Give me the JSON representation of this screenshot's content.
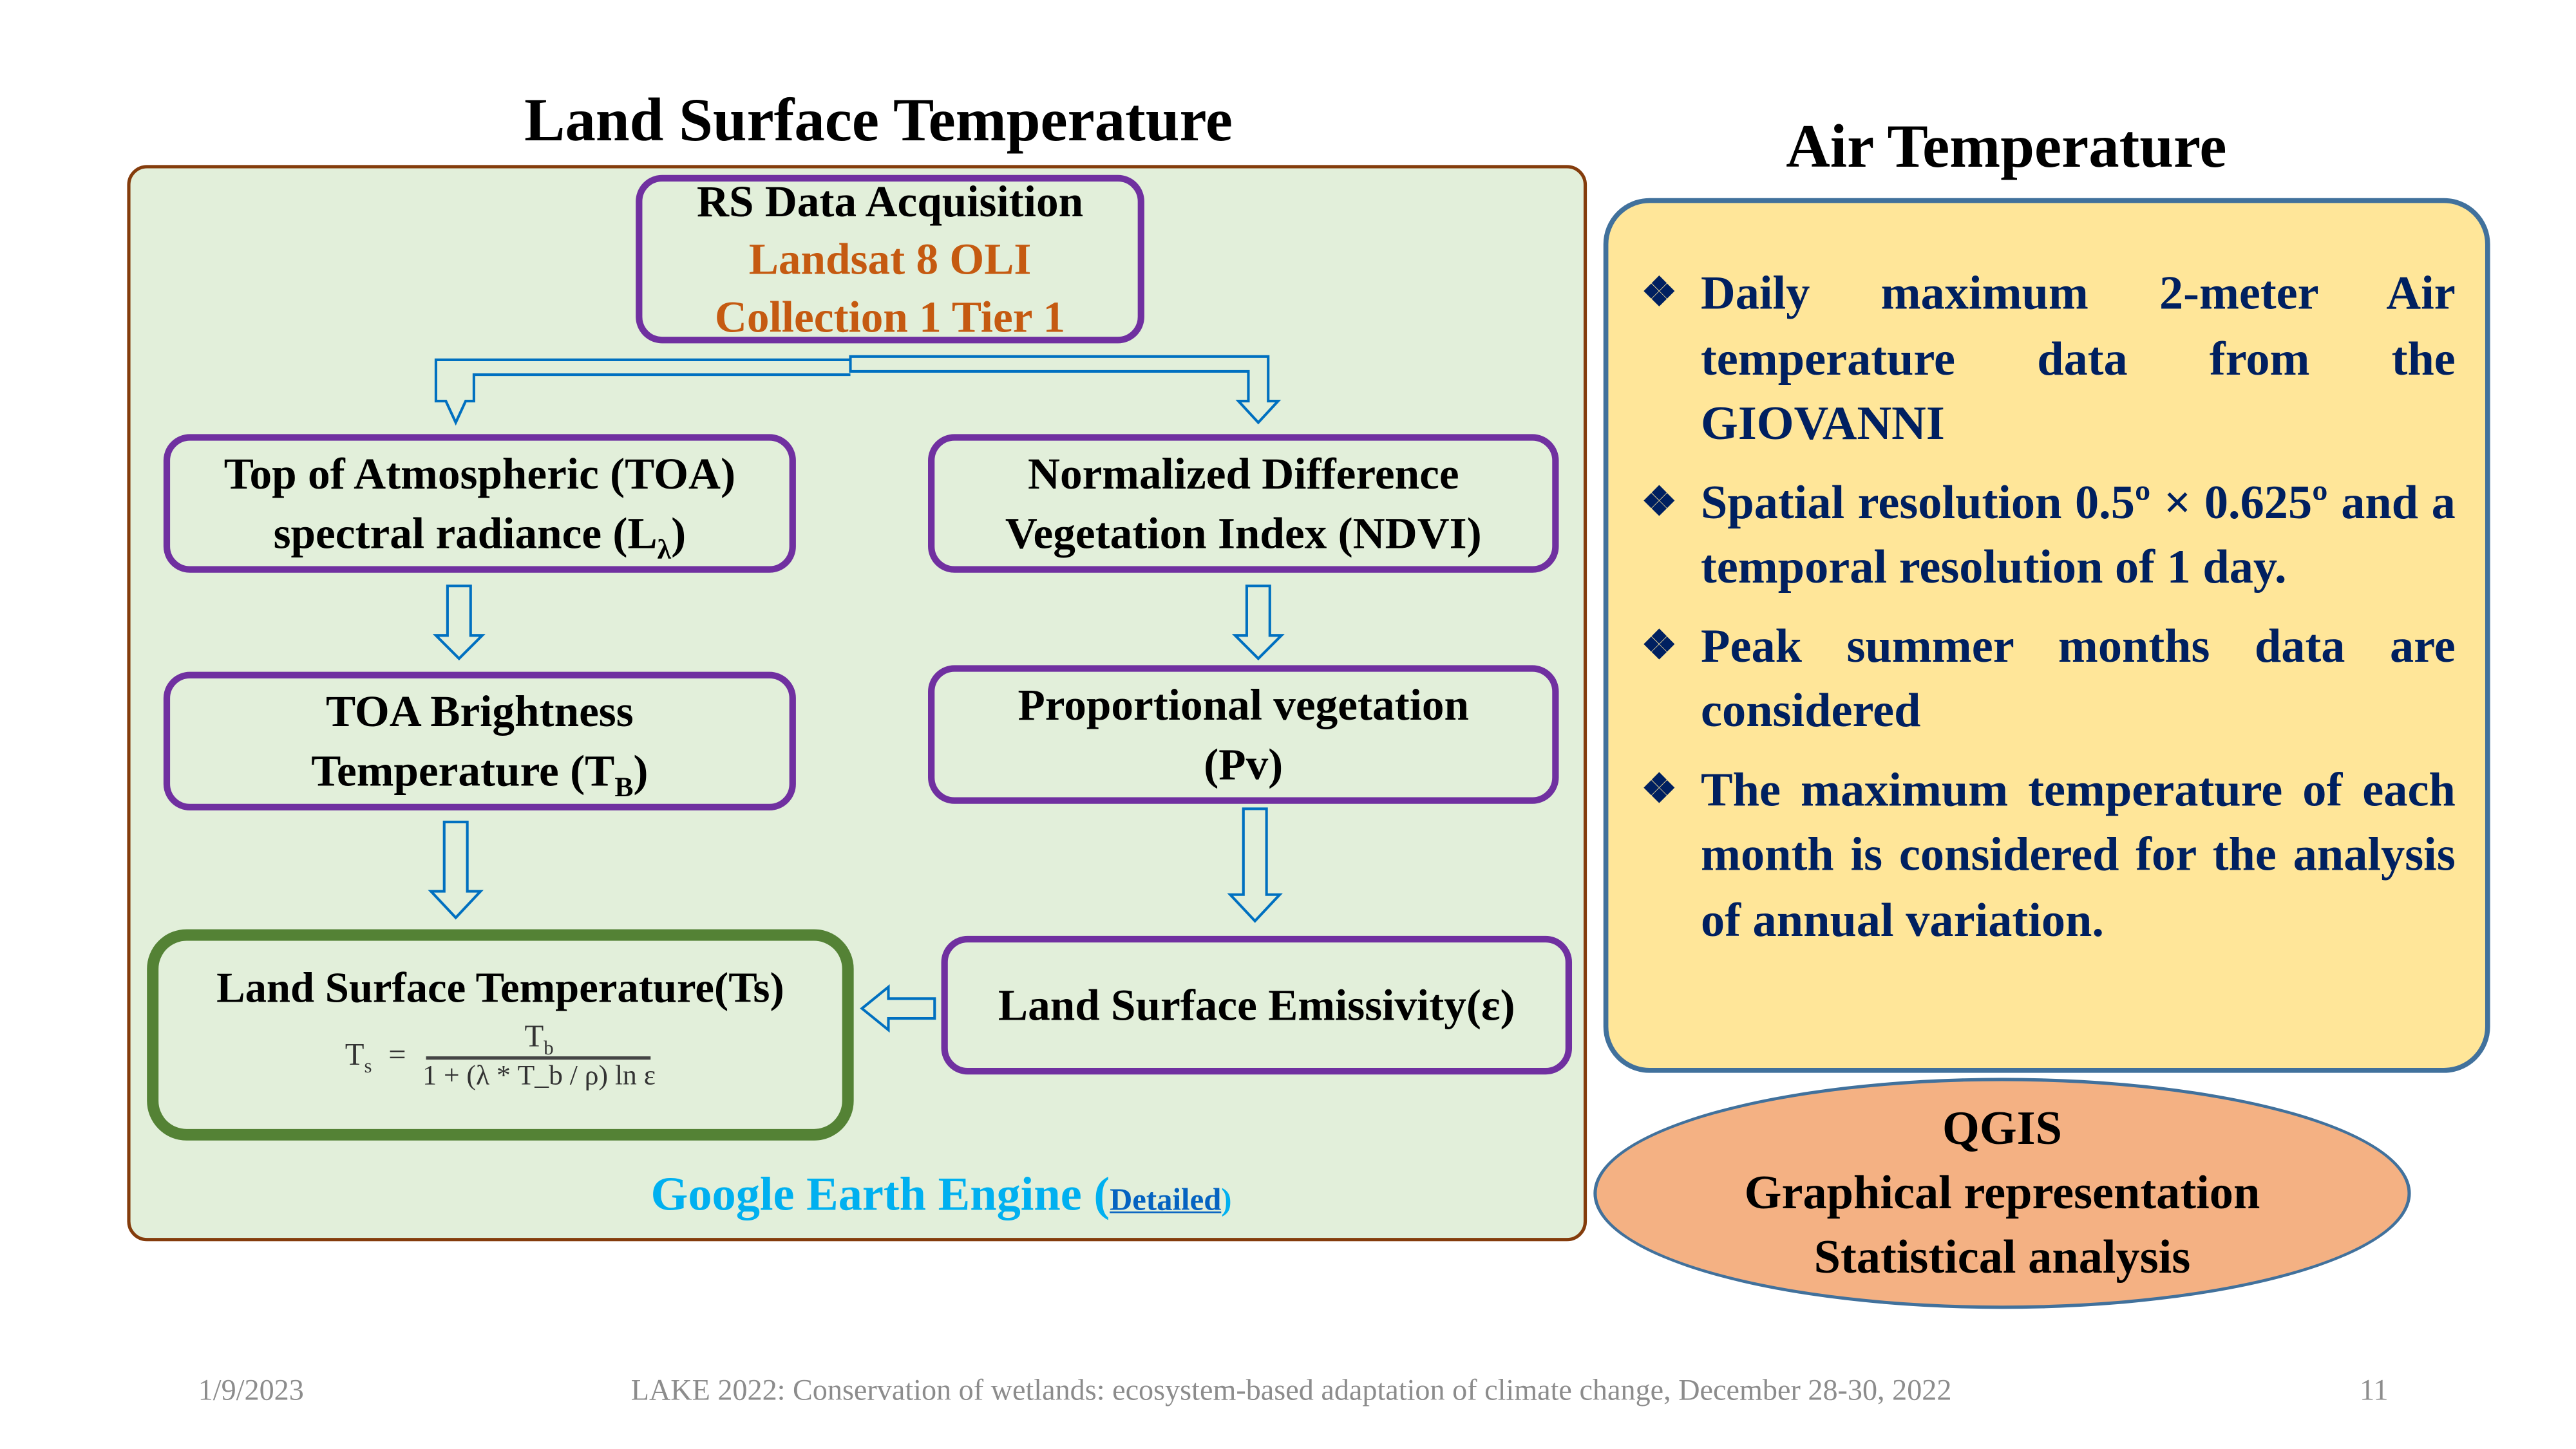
{
  "lst": {
    "title": "Land Surface Temperature",
    "rs_box": {
      "line1": "RS Data Acquisition",
      "line2": "Landsat 8 OLI",
      "line3": "Collection 1 Tier 1"
    },
    "toa": {
      "line1": "Top of Atmospheric (TOA)",
      "line2": "spectral radiance (L",
      "sub": "λ",
      "end": ")"
    },
    "ndvi": {
      "line1": "Normalized Difference",
      "line2": "Vegetation Index (NDVI)"
    },
    "brightness": {
      "line1": "TOA Brightness",
      "line2": "Temperature (T",
      "sub": "B",
      "end": ")"
    },
    "pv": {
      "line1": "Proportional vegetation",
      "line2": "(Pv)"
    },
    "emissivity": "Land Surface Emissivity(ε)",
    "ts_box": {
      "heading": "Land Surface Temperature(Ts)",
      "lhs": "T",
      "lhs_sub": "s",
      "eq": "=",
      "numerator": "T",
      "num_sub": "b",
      "denominator": "1 + (λ * T_b / ρ) ln ε"
    },
    "gee_label": "Google Earth Engine (",
    "gee_link": "Detailed",
    "gee_close": ")"
  },
  "air": {
    "title": "Air Temperature",
    "bullets": [
      "Daily maximum 2-meter Air temperature data from the GIOVANNI",
      "Spatial resolution 0.5º × 0.625º and a temporal resolution of 1 day.",
      "Peak summer months data are considered",
      "The maximum temperature of each month is considered for the analysis of annual variation."
    ],
    "bullet_icon": "❖"
  },
  "qgis": {
    "line1": "QGIS",
    "line2": "Graphical representation",
    "line3": "Statistical analysis"
  },
  "footer": {
    "date": "1/9/2023",
    "text": "LAKE 2022: Conservation of wetlands: ecosystem-based adaptation of climate change, December 28-30, 2022",
    "page": "11"
  },
  "colors": {
    "panel": "#e2efda",
    "box_border": "#7030a0",
    "arrow": "#0070c0",
    "air_bg": "#ffe699",
    "qgis_bg": "#f4b183",
    "navy": "#002060"
  }
}
